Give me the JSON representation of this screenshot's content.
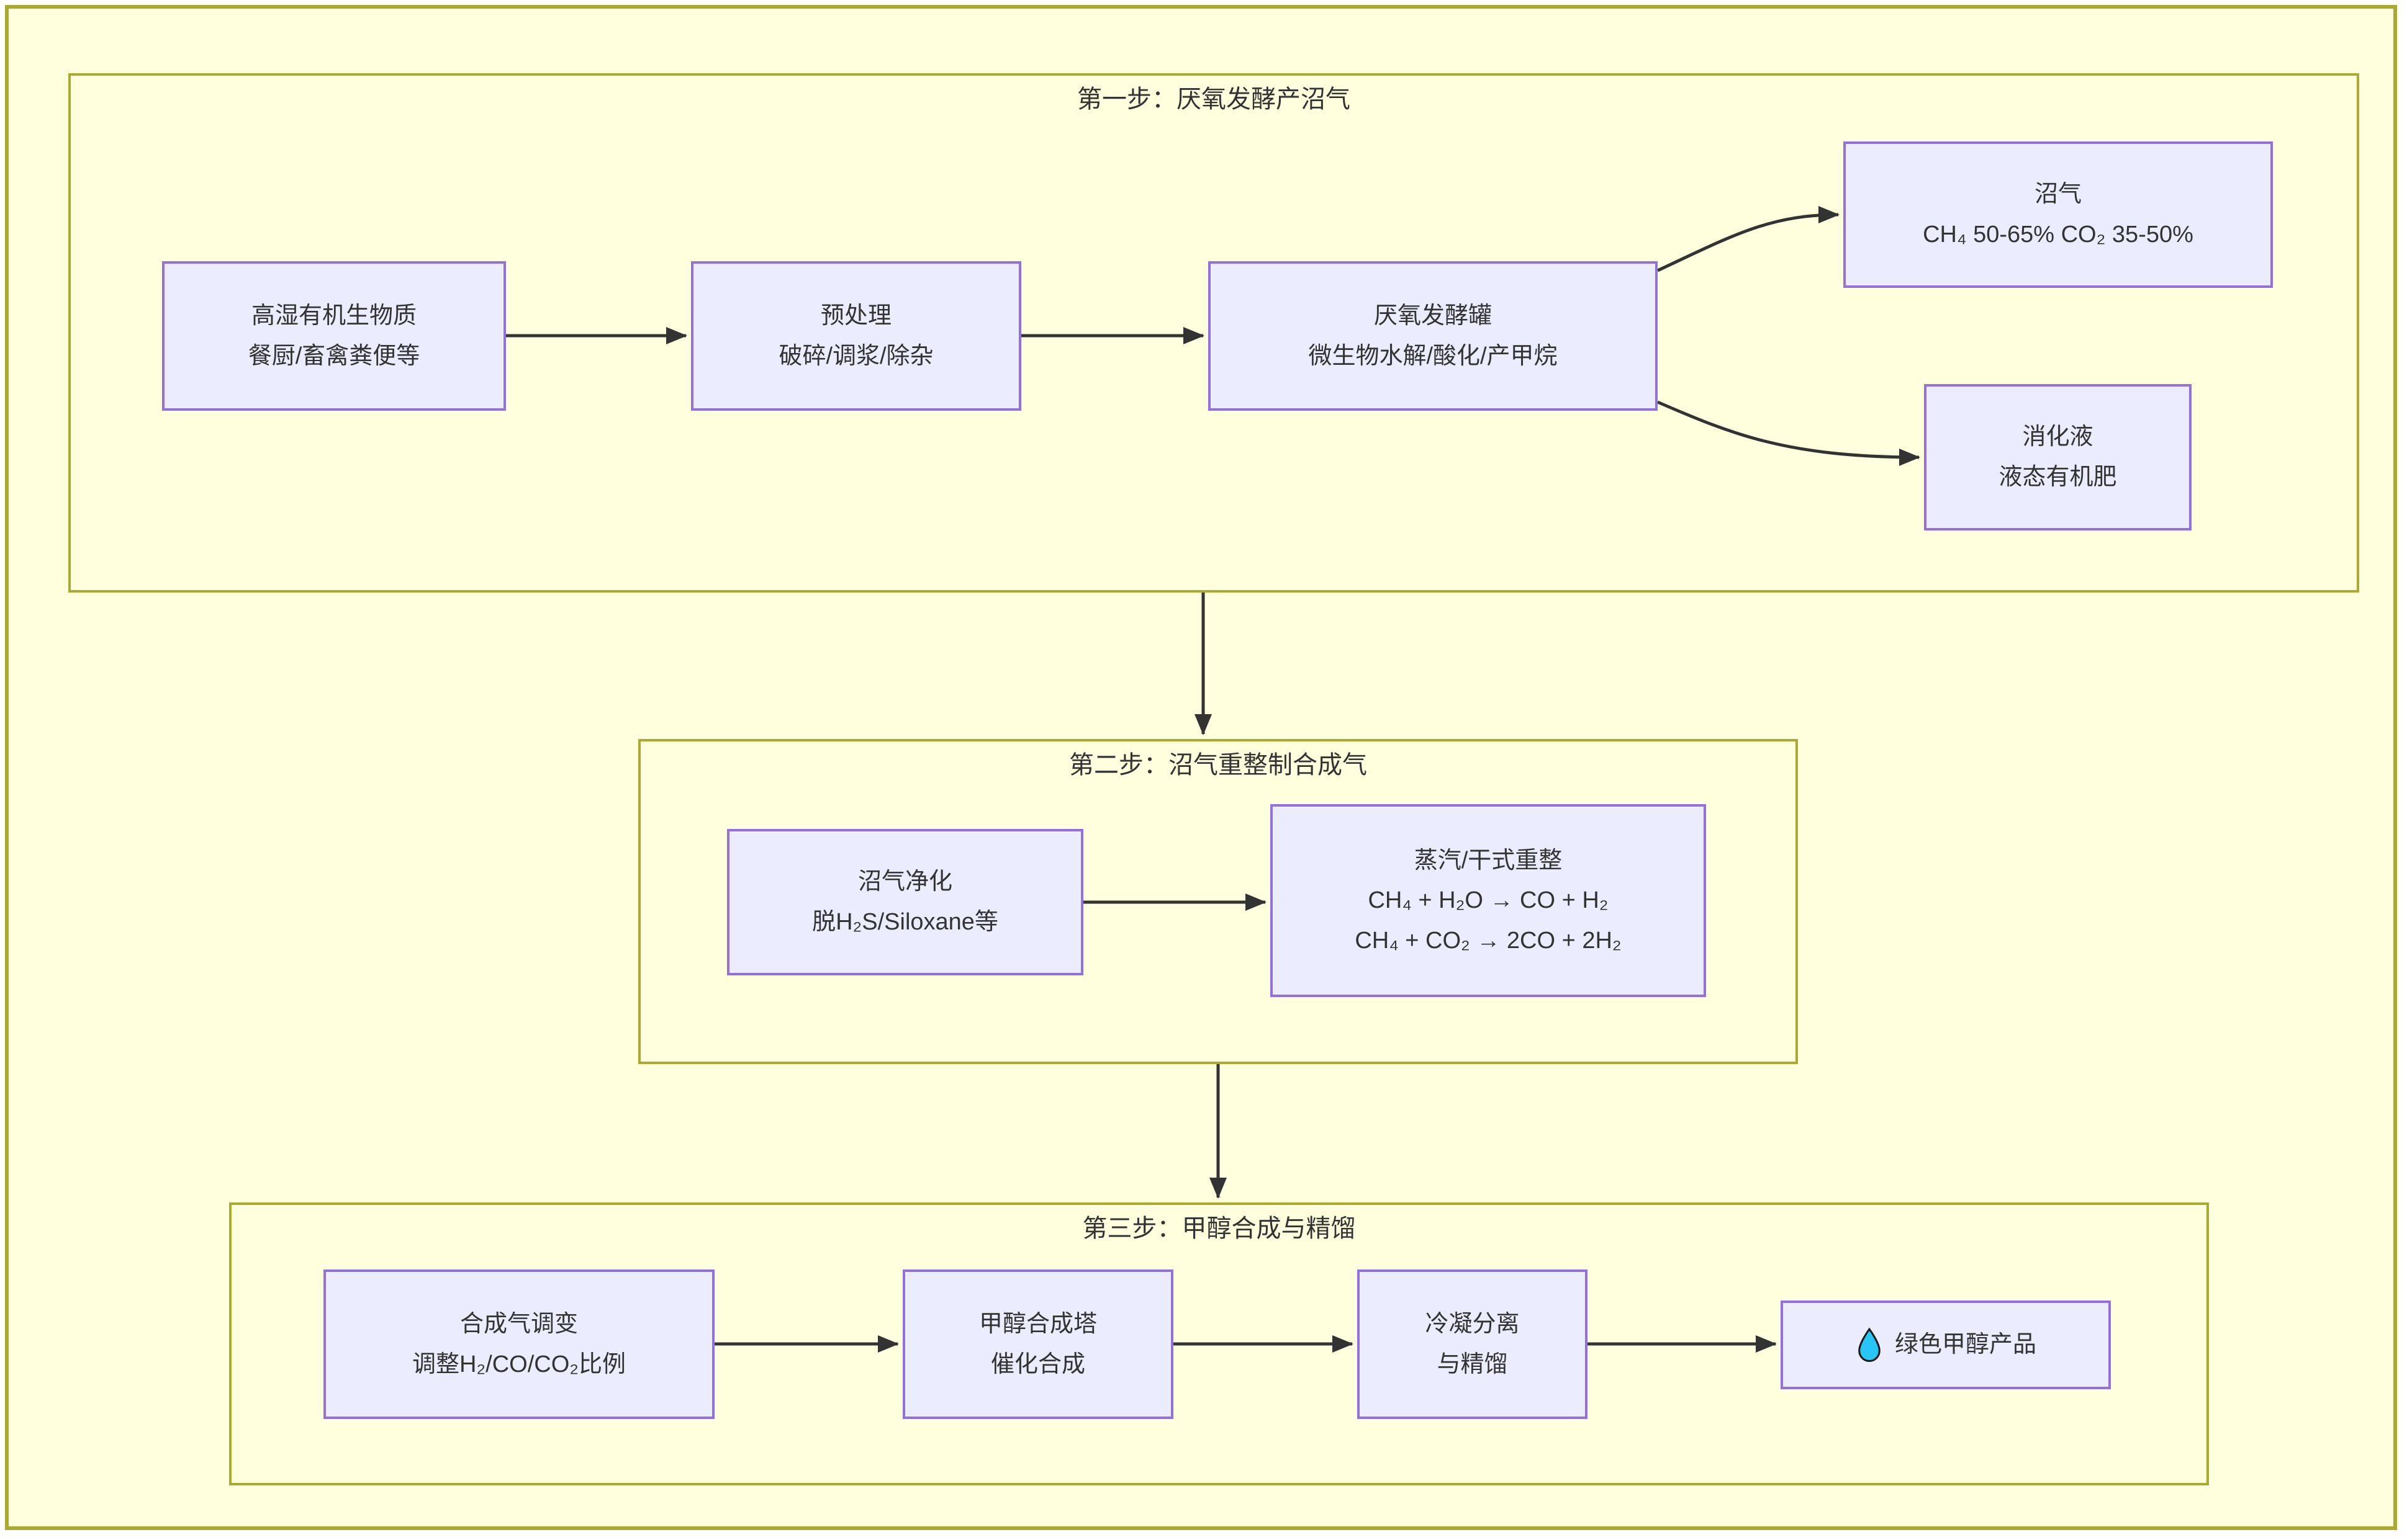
{
  "diagram": {
    "type": "flowchart",
    "colors": {
      "page_bg": "#ffffff",
      "canvas_bg": "#ffffde",
      "section_border": "#aaaa33",
      "node_fill": "#ececff",
      "node_border": "#9370db",
      "text": "#333333",
      "arrow": "#333333",
      "droplet": "#29c5f5"
    },
    "sections": [
      {
        "id": "step1",
        "title": "第一步：厌氧发酵产沼气"
      },
      {
        "id": "step2",
        "title": "第二步：沼气重整制合成气"
      },
      {
        "id": "step3",
        "title": "第三步：甲醇合成与精馏"
      }
    ],
    "nodes": {
      "feedstock": {
        "line1": "高湿有机生物质",
        "line2": "餐厨/畜禽粪便等"
      },
      "pretreatment": {
        "line1": "预处理",
        "line2": "破碎/调浆/除杂"
      },
      "digester": {
        "line1": "厌氧发酵罐",
        "line2": "微生物水解/酸化/产甲烷"
      },
      "biogas": {
        "line1": "沼气",
        "line2": "CH₄ 50-65% CO₂ 35-50%"
      },
      "digestate": {
        "line1": "消化液",
        "line2": "液态有机肥"
      },
      "purification": {
        "line1": "沼气净化",
        "line2": "脱H₂S/Siloxane等"
      },
      "reforming": {
        "line1": "蒸汽/干式重整",
        "line2": "CH₄ + H₂O → CO + H₂",
        "line3": "CH₄ + CO₂ → 2CO + 2H₂"
      },
      "syngas_adjust": {
        "line1": "合成气调变",
        "line2": "调整H₂/CO/CO₂比例"
      },
      "synthesis": {
        "line1": "甲醇合成塔",
        "line2": "催化合成"
      },
      "condensation": {
        "line1": "冷凝分离",
        "line2": "与精馏"
      },
      "product": {
        "icon": "droplet-icon",
        "label": "绿色甲醇产品"
      }
    },
    "edges": [
      {
        "from": "feedstock",
        "to": "pretreatment"
      },
      {
        "from": "pretreatment",
        "to": "digester"
      },
      {
        "from": "digester",
        "to": "biogas"
      },
      {
        "from": "digester",
        "to": "digestate"
      },
      {
        "from": "step1",
        "to": "step2"
      },
      {
        "from": "purification",
        "to": "reforming"
      },
      {
        "from": "step2",
        "to": "step3"
      },
      {
        "from": "syngas_adjust",
        "to": "synthesis"
      },
      {
        "from": "synthesis",
        "to": "condensation"
      },
      {
        "from": "condensation",
        "to": "product"
      }
    ]
  }
}
